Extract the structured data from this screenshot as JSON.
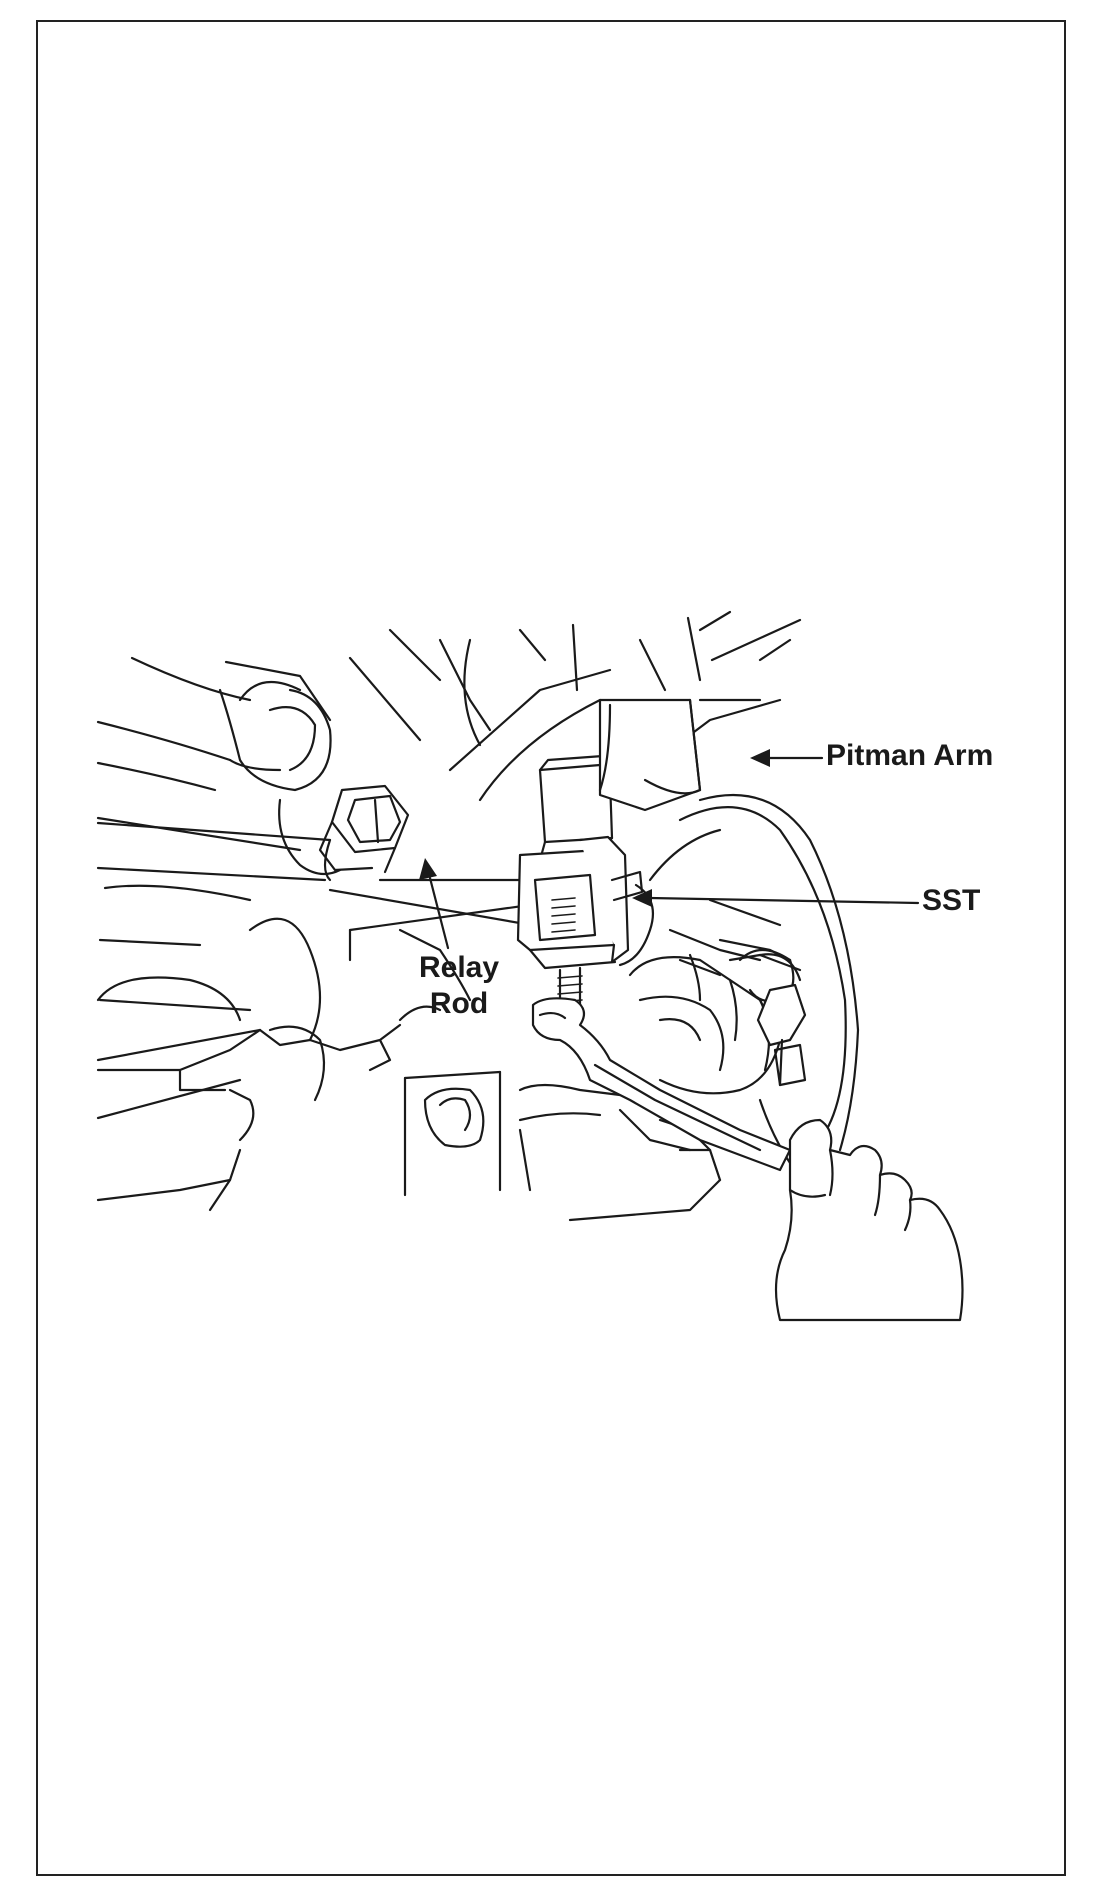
{
  "labels": {
    "pitman_arm": "Pitman Arm",
    "sst": "SST",
    "relay_rod_line1": "Relay",
    "relay_rod_line2": "Rod"
  },
  "colors": {
    "line": "#1a1a1a",
    "background": "#ffffff"
  }
}
